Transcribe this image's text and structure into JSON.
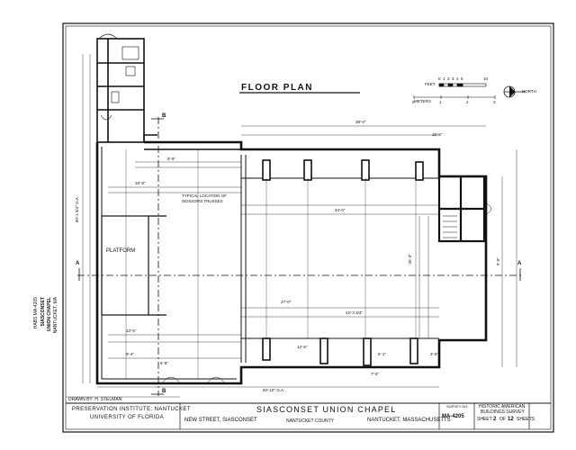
{
  "drawing": {
    "title": "FLOOR PLAN",
    "scale_feet_label": "FEET",
    "scale_feet_ticks": [
      "0",
      "1",
      "2",
      "3",
      "4",
      "5",
      "10"
    ],
    "scale_meters_label": "METERS",
    "scale_meters_ticks": [
      "0",
      "1",
      "2",
      "3"
    ],
    "north_label": "NORTH",
    "platform_label": "PLATFORM",
    "note_trusses": "TYPICAL LOCATION OF",
    "note_trusses_2": "SCISSORS TRUSSES",
    "section_a": "A",
    "section_b": "B",
    "dimensions": [
      "38'-0\"",
      "8'-9\"",
      "18'-8\"",
      "34'-0\"",
      "16'-5\"",
      "25'-3\"",
      "27'-0\"",
      "42'-3 3/4\"",
      "60'-10\" O.A.",
      "50'-1 3/4\" O.A.",
      "13'-5\"",
      "8'-4\"",
      "5'-8\"",
      "12'-5\"",
      "6'-1\"",
      "9'-5\"",
      "7'-0\"",
      "3'-6\""
    ]
  },
  "side_strip": {
    "line1": "SIASCONSET",
    "line2": "UNION CHAPEL",
    "line3": "NANTUCKET, MA",
    "line4": "HABS MA-4205"
  },
  "title_block": {
    "drawn_by": "DRAWN BY: H. STELMAN",
    "institute_line1": "PRESERVATION INSTITUTE: NANTUCKET",
    "institute_line2": "UNIVERSITY OF FLORIDA",
    "project_title": "SIASCONSET   UNION   CHAPEL",
    "address_street": "NEW STREET, SIASCONSET",
    "address_county": "NANTUCKET COUNTY",
    "address_state": "NANTUCKET, MASSACHUSETTS",
    "survey_no_label": "SURVEY NO.",
    "survey_no": "MA-4205",
    "habs_line1": "HISTORIC AMERICAN",
    "habs_line2": "BUILDINGS SURVEY",
    "sheet_label": "SHEET",
    "sheet_no": "2",
    "sheet_of": "OF",
    "sheet_total": "12",
    "sheets_label": "SHEETS"
  }
}
